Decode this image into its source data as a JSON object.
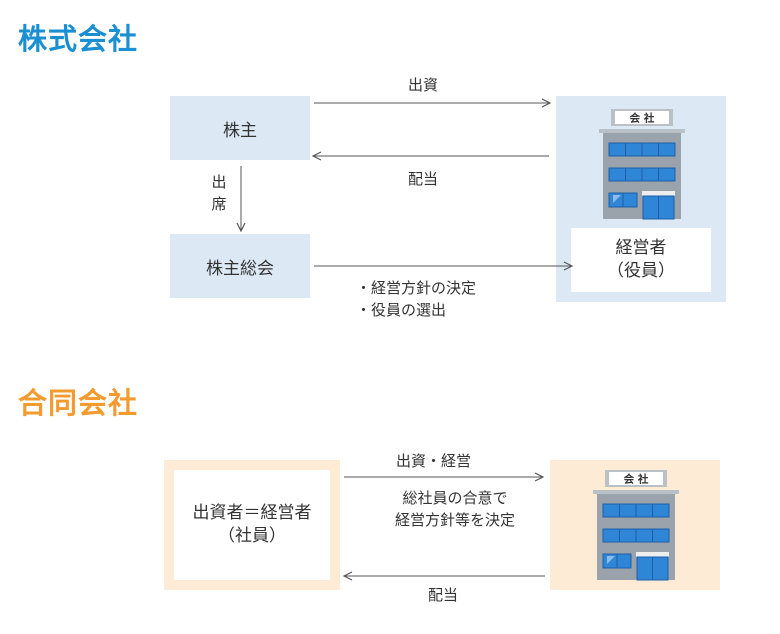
{
  "kabushiki": {
    "title": "株式会社",
    "shareholder": "株主",
    "shareholders_meeting": "株主総会",
    "investment": "出資",
    "dividend": "配当",
    "attend": [
      "出",
      "席"
    ],
    "company_sign": "会 社",
    "management": {
      "line1": "経営者",
      "line2": "（役員）"
    },
    "decisions": [
      "・経営方針の決定",
      "・役員の選出"
    ]
  },
  "godo": {
    "title": "合同会社",
    "members": {
      "line1": "出資者＝経営者",
      "line2": "（社員）"
    },
    "investment_management": "出資・経営",
    "consent_line1": "総社員の合意で",
    "consent_line2": "経営方針等を決定",
    "dividend": "配当",
    "company_sign": "会 社"
  },
  "colors": {
    "blue_title": "#1a8fd1",
    "orange_title": "#f39b2f",
    "blue_box": "#dce9f5",
    "orange_box": "#fdebd6",
    "building_gray": "#9aa3ab",
    "window_blue": "#2f86d6"
  }
}
